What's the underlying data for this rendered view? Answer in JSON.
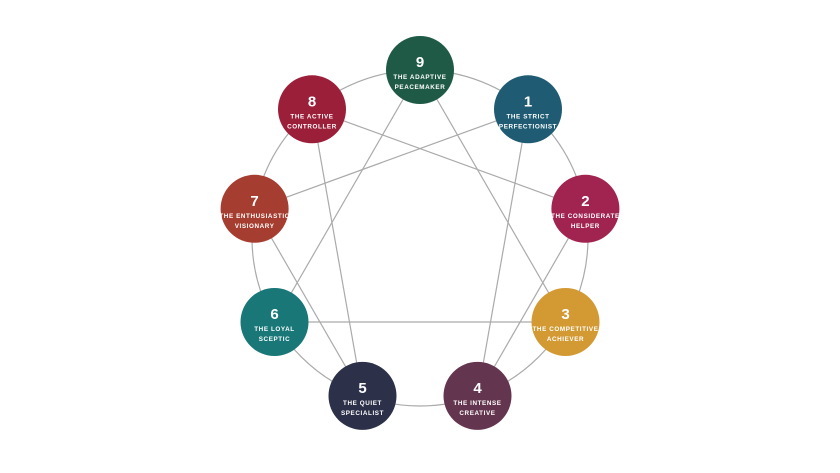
{
  "diagram": {
    "type": "enneagram",
    "line_color": "#aaaaaa",
    "nodes": [
      {
        "id": "9",
        "number": "9",
        "label_lines": [
          "THE ADAPTIVE",
          "PEACEMAKER"
        ],
        "color": "#1f5a47"
      },
      {
        "id": "1",
        "number": "1",
        "label_lines": [
          "THE STRICT",
          "PERFECTIONIST"
        ],
        "color": "#1f5c73"
      },
      {
        "id": "2",
        "number": "2",
        "label_lines": [
          "THE CONSIDERATE",
          "HELPER"
        ],
        "color": "#a12350"
      },
      {
        "id": "3",
        "number": "3",
        "label_lines": [
          "THE COMPETITIVE",
          "ACHIEVER"
        ],
        "color": "#d39a33"
      },
      {
        "id": "4",
        "number": "4",
        "label_lines": [
          "THE INTENSE",
          "CREATIVE"
        ],
        "color": "#64354f"
      },
      {
        "id": "5",
        "number": "5",
        "label_lines": [
          "THE QUIET",
          "SPECIALIST"
        ],
        "color": "#2c3049"
      },
      {
        "id": "6",
        "number": "6",
        "label_lines": [
          "THE LOYAL",
          "SCEPTIC"
        ],
        "color": "#197778"
      },
      {
        "id": "7",
        "number": "7",
        "label_lines": [
          "THE ENTHUSIASTIC",
          "VISIONARY"
        ],
        "color": "#a53d30"
      },
      {
        "id": "8",
        "number": "8",
        "label_lines": [
          "THE ACTIVE",
          "CONTROLLER"
        ],
        "color": "#9b1f39"
      }
    ],
    "connections": [
      [
        "9",
        "3"
      ],
      [
        "3",
        "6"
      ],
      [
        "6",
        "9"
      ],
      [
        "1",
        "4"
      ],
      [
        "4",
        "2"
      ],
      [
        "2",
        "8"
      ],
      [
        "8",
        "5"
      ],
      [
        "5",
        "7"
      ],
      [
        "7",
        "1"
      ]
    ]
  }
}
